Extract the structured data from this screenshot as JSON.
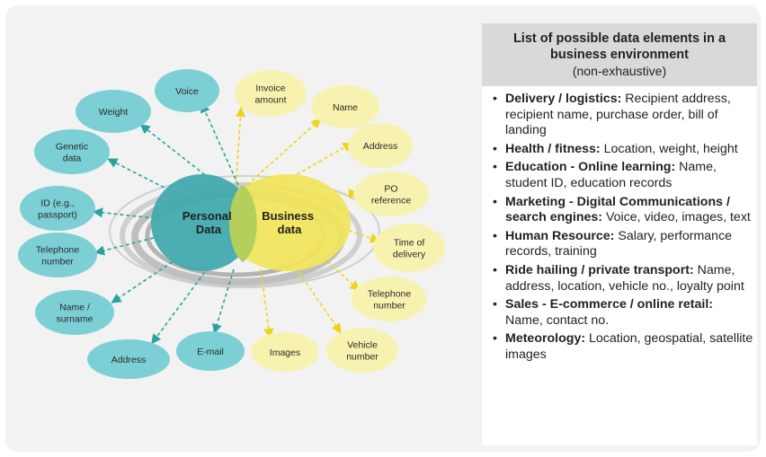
{
  "center": {
    "personal": [
      "Personal",
      "Data"
    ],
    "business": [
      "Business",
      "data"
    ]
  },
  "personal_nodes": [
    [
      "Voice"
    ],
    [
      "Weight"
    ],
    [
      "Genetic",
      "data"
    ],
    [
      "ID (e.g.,",
      "passport)"
    ],
    [
      "Telephone",
      "number"
    ],
    [
      "Name /",
      "surname"
    ],
    [
      "Address"
    ],
    [
      "E-mail"
    ]
  ],
  "business_nodes": [
    [
      "Invoice",
      "amount"
    ],
    [
      "Name"
    ],
    [
      "Address"
    ],
    [
      "PO",
      "reference"
    ],
    [
      "Time of",
      "delivery"
    ],
    [
      "Telephone",
      "number"
    ],
    [
      "Vehicle",
      "number"
    ],
    [
      "Images"
    ]
  ],
  "panel": {
    "title_line1": "List of possible data elements in a",
    "title_line2": "business environment",
    "subtitle": "(non-exhaustive)",
    "items": [
      {
        "label": "Delivery / logistics:",
        "text": " Recipient address, recipient name, purchase order, bill of landing"
      },
      {
        "label": "Health / fitness:",
        "text": " Location, weight, height"
      },
      {
        "label": "Education - Online learning:",
        "text": " Name, student ID, education records"
      },
      {
        "label": "Marketing - Digital Communications / search engines:",
        "text": " Voice, video, images, text"
      },
      {
        "label": "Human Resource:",
        "text": " Salary, performance records, training"
      },
      {
        "label": "Ride hailing / private transport:",
        "text": " Name, address, location, vehicle no., loyalty point"
      },
      {
        "label": "Sales - E-commerce / online retail:",
        "text": " Name, contact no."
      },
      {
        "label": "Meteorology:",
        "text": " Location, geospatial, satellite images"
      }
    ]
  },
  "colors": {
    "personal_fill": "#7ccfd4",
    "personal_center": "#3fa9ad",
    "business_fill": "#f7f2b0",
    "business_center": "#f2e55a",
    "overlap": "#b5cf5c",
    "teal_arrow": "#2aa3a0",
    "yellow_arrow": "#f0d21a"
  }
}
